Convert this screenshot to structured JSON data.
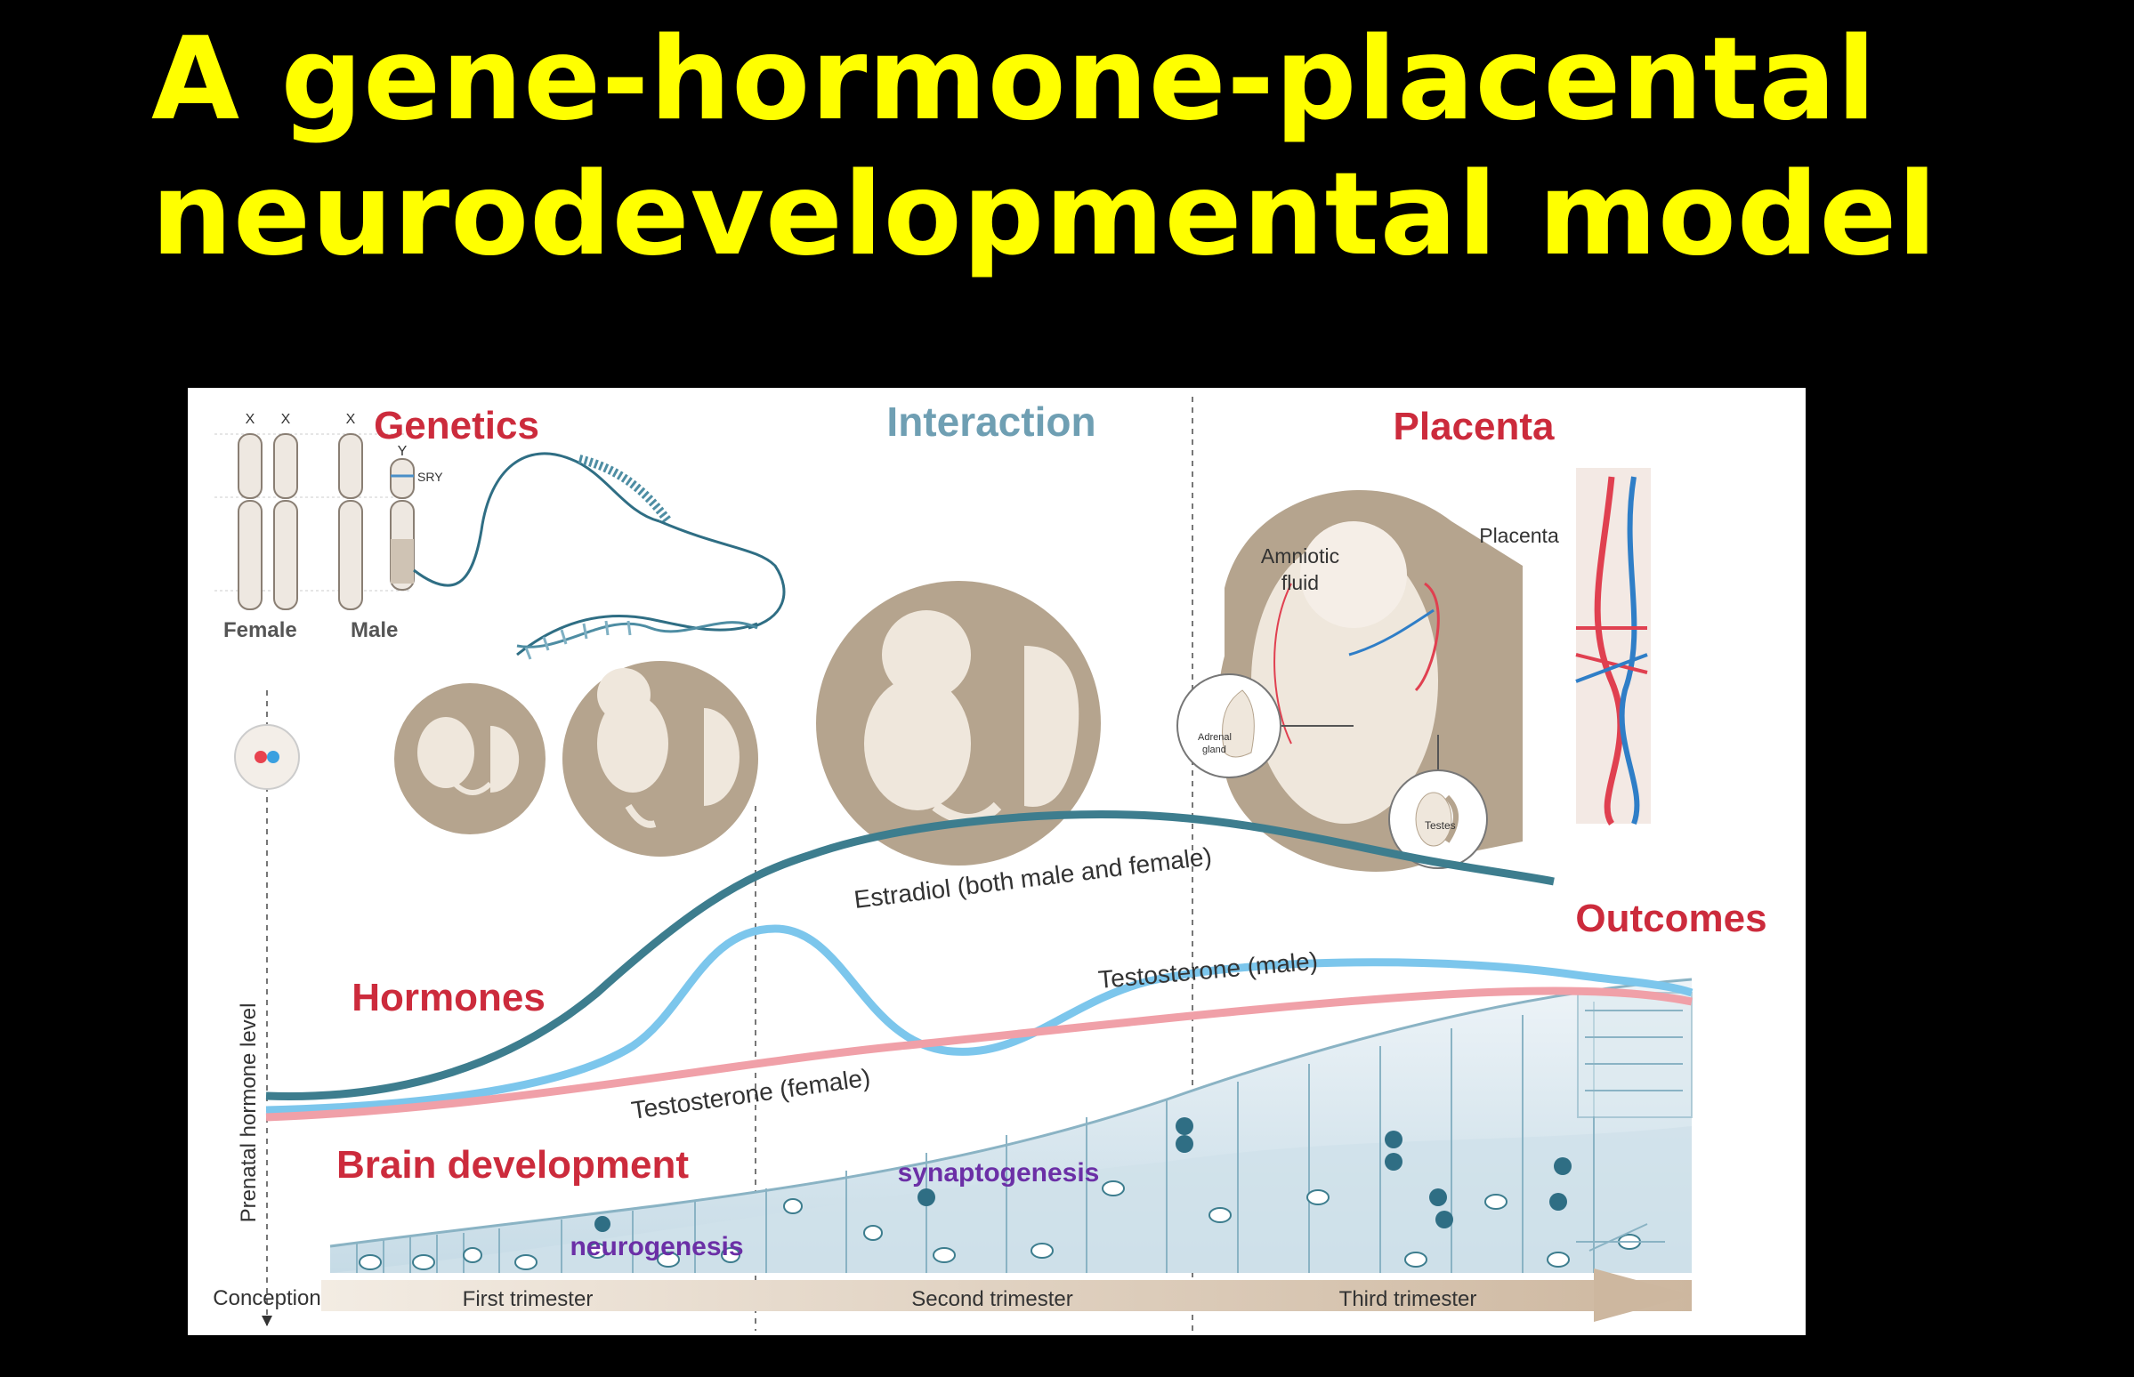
{
  "title": {
    "line1": "A gene-hormone-placental",
    "line2": "neurodevelopmental model"
  },
  "diagram": {
    "sections": {
      "genetics": "Genetics",
      "interaction": "Interaction",
      "placenta": "Placenta",
      "hormones": "Hormones",
      "brain_development": "Brain development",
      "outcomes": "Outcomes"
    },
    "chromosomes": {
      "x1": "X",
      "x2": "X",
      "x3": "X",
      "y": "Y",
      "sry": "SRY",
      "female": "Female",
      "male": "Male"
    },
    "anatomy": {
      "amniotic_line1": "Amniotic",
      "amniotic_line2": "fluid",
      "placenta": "Placenta",
      "adrenal_line1": "Adrenal",
      "adrenal_line2": "gland",
      "testes": "Testes"
    },
    "curves": {
      "estradiol": "Estradiol (both male and female)",
      "testosterone_male": "Testosterone (male)",
      "testosterone_female": "Testosterone (female)"
    },
    "y_axis": "Prenatal hormone level",
    "processes": {
      "synaptogenesis": "synaptogenesis",
      "neurogenesis": "neurogenesis"
    },
    "timeline": {
      "conception": "Conception",
      "first": "First trimester",
      "second": "Second trimester",
      "third": "Third trimester"
    },
    "colors": {
      "label_red": "#cc2b3c",
      "label_teal": "#6f9fb3",
      "estradiol": "#3d7d8e",
      "testosterone_male": "#7cc6ec",
      "testosterone_female": "#f0a0a8",
      "process_label": "#6b2fa6",
      "title": "#ffff00"
    }
  }
}
